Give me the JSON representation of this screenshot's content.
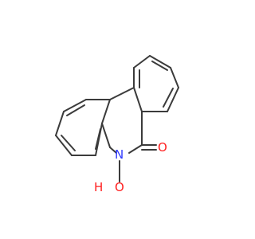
{
  "molecule": {
    "atoms": [
      {
        "id": "N",
        "label": "N",
        "color": "#2f39ff"
      },
      {
        "id": "O_carbonyl",
        "label": "O",
        "color": "#ff1f1f"
      },
      {
        "id": "O_hydroxyl",
        "label": "O",
        "color": "#ff1f1f"
      },
      {
        "id": "H_hydroxyl",
        "label": "H",
        "color": "#ff1f1f"
      }
    ],
    "bond_color": "#3b3b3b",
    "background": "#ffffff"
  }
}
